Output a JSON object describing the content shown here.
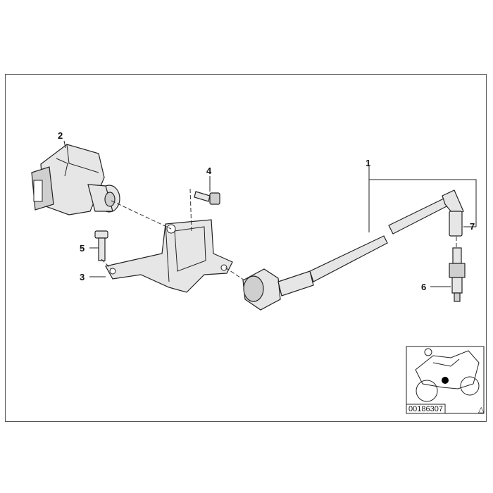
{
  "diagram": {
    "callouts": [
      {
        "id": "1",
        "label": "1"
      },
      {
        "id": "2",
        "label": "2"
      },
      {
        "id": "3",
        "label": "3"
      },
      {
        "id": "4",
        "label": "4"
      },
      {
        "id": "5",
        "label": "5"
      },
      {
        "id": "6",
        "label": "6"
      },
      {
        "id": "7",
        "label": "7"
      }
    ],
    "reference_number": "00186307",
    "corner_symbol": "△"
  },
  "colors": {
    "line": "#222222",
    "part_fill": "#e6e6e6",
    "highlight_dot": "#000000"
  }
}
